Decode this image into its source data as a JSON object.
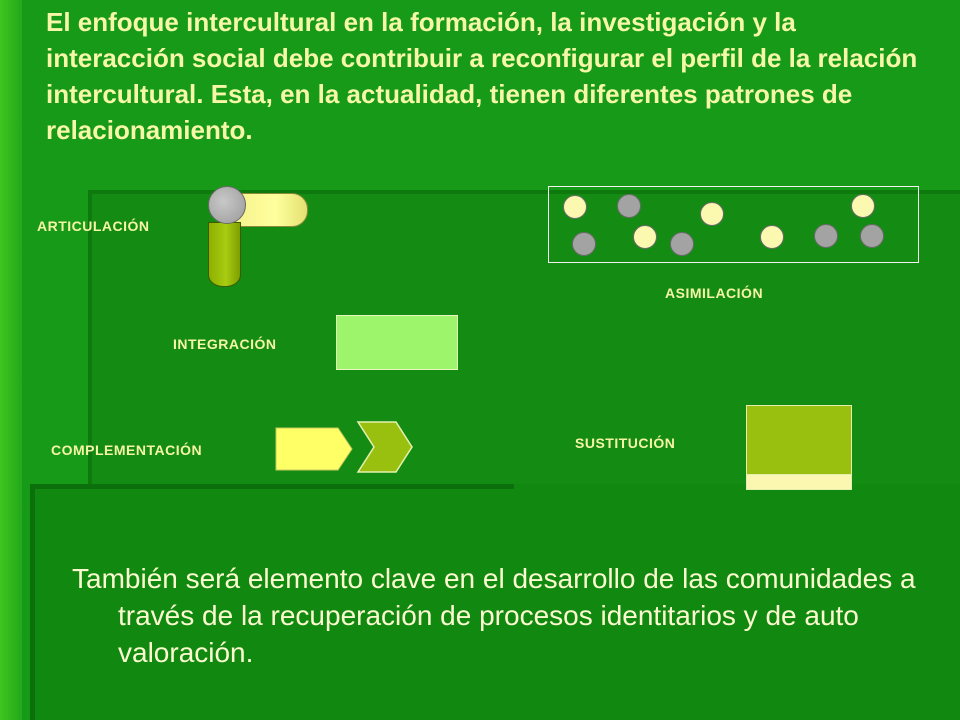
{
  "slide": {
    "title": "El enfoque intercultural en la formación, la investigación y la interacción social debe contribuir a reconfigurar el perfil de la relación intercultural. Esta, en la actualidad, tienen diferentes patrones de relacionamiento.",
    "labels": {
      "articulacion": "ARTICULACIÓN",
      "asimilacion": "ASIMILACIÓN",
      "integracion": "INTEGRACIÓN",
      "complementacion": "COMPLEMENTACIÓN",
      "sustitucion": "SUSTITUCIÓN"
    },
    "body": "También será elemento clave en el desarrollo de las comunidades a través de la recuperación de procesos identitarios y de auto valoración."
  },
  "colors": {
    "background": "#179a17",
    "text_light": "#f6f7a8",
    "shape_yellow": "#ffff9e",
    "shape_lime": "#99c00f",
    "shape_light_green": "#9cf56b",
    "shape_gray": "#a3a3a3"
  }
}
